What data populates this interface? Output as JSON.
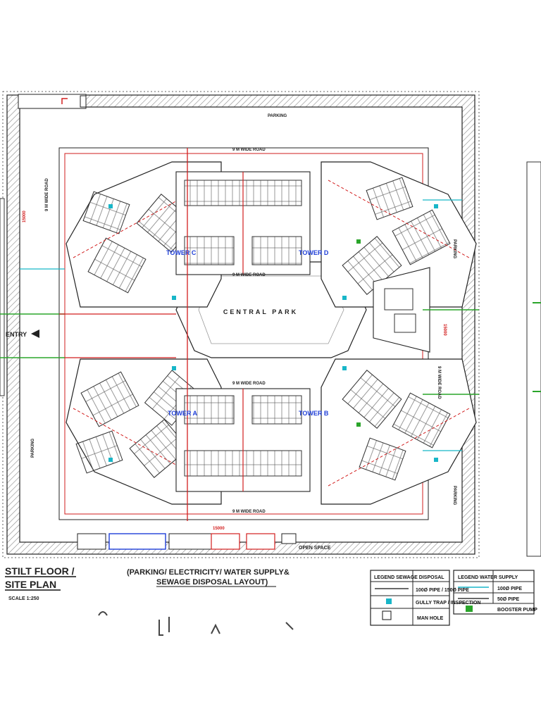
{
  "title_block": {
    "title_line1": "STILT FLOOR /",
    "title_line2": "SITE PLAN",
    "subtitle_line1": "(PARKING/ ELECTRICITY/ WATER SUPPLY&",
    "subtitle_line2": "SEWAGE DISPOSAL LAYOUT)",
    "scale": "SCALE 1:250"
  },
  "legend_water": {
    "heading": "LEGEND WATER SUPPLY",
    "items": [
      {
        "label": "BOOSTER PUMP",
        "color": "#2aa52a"
      },
      {
        "label": "50Ø PIPE",
        "color": "#111111"
      },
      {
        "label": "100Ø PIPE",
        "color": "#18b6c8"
      }
    ]
  },
  "legend_sewage": {
    "heading": "LEGEND SEWAGE DISPOSAL",
    "items": [
      {
        "label": "MAN HOLE",
        "color": "#111111"
      },
      {
        "label": "GULLY TRAP / INSPECTION",
        "color": "#18b6c8"
      },
      {
        "label": "100Ø PIPE / 150Ø PIPE",
        "color": "#111111"
      }
    ]
  },
  "site_labels": {
    "open_space": "OPEN SPACE",
    "central_park": "CENTRAL PARK",
    "road_top": "9 M WIDE ROAD",
    "road_bottom": "9 M WIDE ROAD",
    "road_upper_inner": "9 M WIDE ROAD",
    "road_lower_inner": "9 M WIDE ROAD",
    "road_left": "9 M WIDE ROAD",
    "road_right": "9 M WIDE ROAD",
    "entry": "ENTRY",
    "parking_left": "PARKING",
    "parking_right": "PARKING",
    "parking_bottom": "PARKING",
    "parking_right_lower": "PARKING",
    "dim_left": "15000",
    "dim_right": "15000",
    "dim_top": "15000"
  },
  "tower_labels": [
    "TOWER A",
    "TOWER B",
    "TOWER C",
    "TOWER D"
  ],
  "colors": {
    "wall": "#1a1a1a",
    "electric": "#d21e1e",
    "water": "#18b6c8",
    "sewage_green": "#2aa52a",
    "tower_label": "#1f3fd8",
    "hatch": "#888888"
  }
}
